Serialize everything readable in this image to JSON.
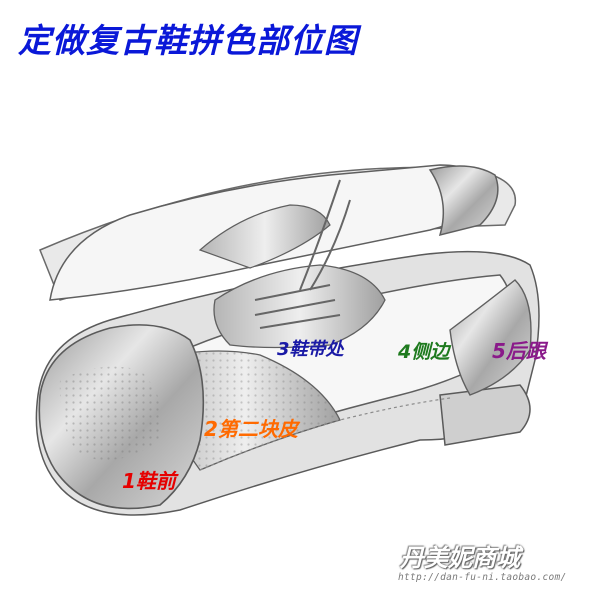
{
  "title": "定做复古鞋拼色部位图",
  "parts": [
    {
      "label": "1鞋前",
      "color": "#e60000"
    },
    {
      "label": "2第二块皮",
      "color": "#ff6a00"
    },
    {
      "label": "3鞋带处",
      "color": "#1a1aa6"
    },
    {
      "label": "4侧边",
      "color": "#1e7a1e"
    },
    {
      "label": "5后跟",
      "color": "#8a1a8a"
    }
  ],
  "shop": {
    "name": "丹美妮商城",
    "url": "http://dan-fu-ni.taobao.com/"
  },
  "colors": {
    "title": "#0a18d8",
    "shoe_outline": "#5f5f5f",
    "leather_metallic": "#bdbdbd",
    "leather_white": "#f4f4f4"
  }
}
